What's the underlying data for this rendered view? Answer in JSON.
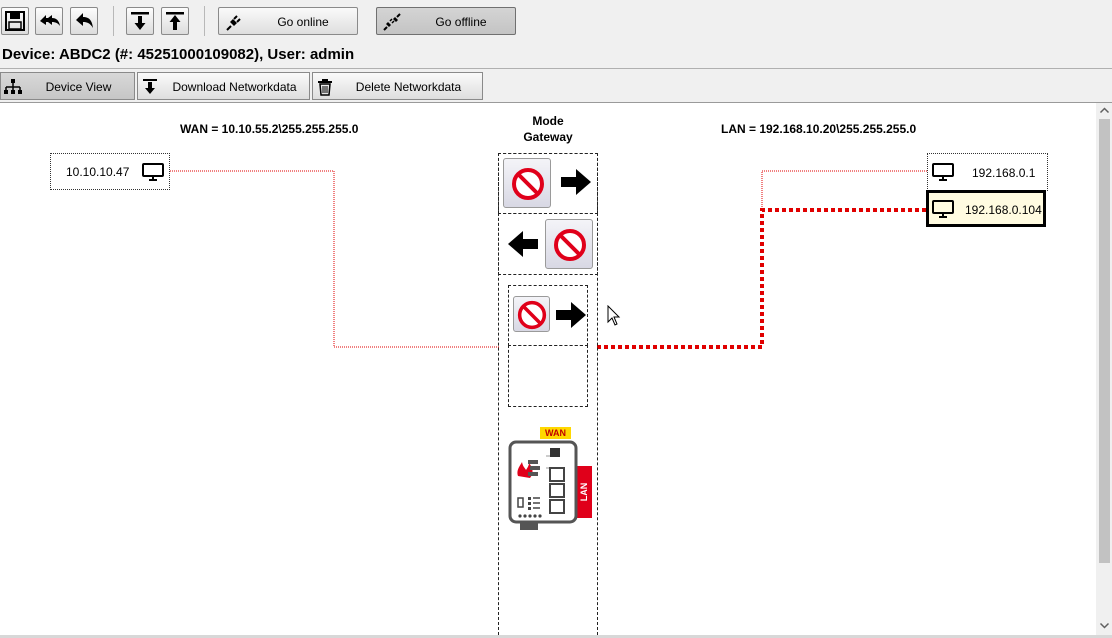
{
  "toolbar": {
    "icons": [
      "save-icon",
      "back-all-icon",
      "back-icon",
      "download-to-device-icon",
      "upload-from-device-icon"
    ],
    "go_online": "Go online",
    "go_offline": "Go offline"
  },
  "header": {
    "device_line": "Device: ABDC2 (#: 45251000109082), User: admin"
  },
  "tabs": [
    {
      "label": "Device View",
      "icon": "network-icon",
      "active": true
    },
    {
      "label": "Download Networkdata",
      "icon": "download-icon",
      "active": false
    },
    {
      "label": "Delete Networkdata",
      "icon": "trash-icon",
      "active": false
    }
  ],
  "diagram": {
    "wan_label": "WAN = 10.10.55.2\\255.255.255.0",
    "mode_title": "Mode",
    "mode_value": "Gateway",
    "lan_label": "LAN = 192.168.10.20\\255.255.255.0",
    "wan_hosts": [
      {
        "ip": "10.10.10.47"
      }
    ],
    "lan_hosts": [
      {
        "ip": "192.168.0.1",
        "selected": false
      },
      {
        "ip": "192.168.0.104",
        "selected": true
      }
    ],
    "device_badge_wan": "WAN",
    "device_badge_lan": "LAN",
    "colors": {
      "connection": "#e00000",
      "badge_wan": "#ffd800",
      "badge_lan": "#e0001a",
      "selected_host_bg": "#fffbe0"
    }
  }
}
